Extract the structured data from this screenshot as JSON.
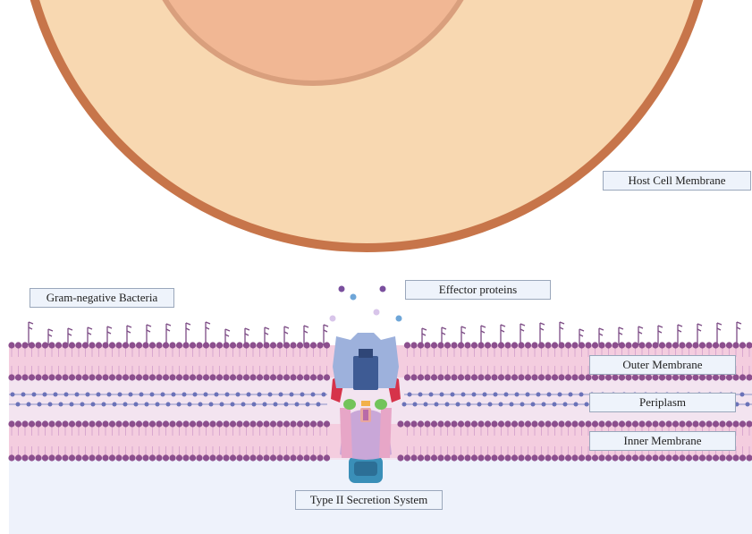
{
  "labels": {
    "host_cell_membrane": "Host Cell Membrane",
    "gram_negative_bacteria": "Gram-negative Bacteria",
    "effector_proteins": "Effector proteins",
    "outer_membrane": "Outer Membrane",
    "periplasm": "Periplasm",
    "inner_membrane": "Inner Membrane",
    "secretion_system": "Type II Secretion System"
  },
  "colors": {
    "host_cytoplasm": "#f8d8b1",
    "host_membrane": "#c7754a",
    "host_nucleus": "#f1b794",
    "nucleus_rim": "#d99f7d",
    "bacterial_background": "#f3e4f0",
    "lipid_head": "#8c4f8e",
    "lipid_tail": "#d9a7cf",
    "membrane_band": "#f4cddf",
    "periplasm_chain": "#6a72b8",
    "extracellular": "#eef2fb",
    "secretin": "#9db1dc",
    "secretin_core": "#3e5b94",
    "pilotin": "#d6334a",
    "green_subunit": "#72c45a",
    "inner_platform": "#c9a7d8",
    "atpase": "#3a8fb8",
    "label_fill": "#eef3fb",
    "label_border": "#9aa7bb"
  },
  "effector_particle_colors": [
    "#7a4f9e",
    "#6ea6d8",
    "#d8c5ea"
  ]
}
